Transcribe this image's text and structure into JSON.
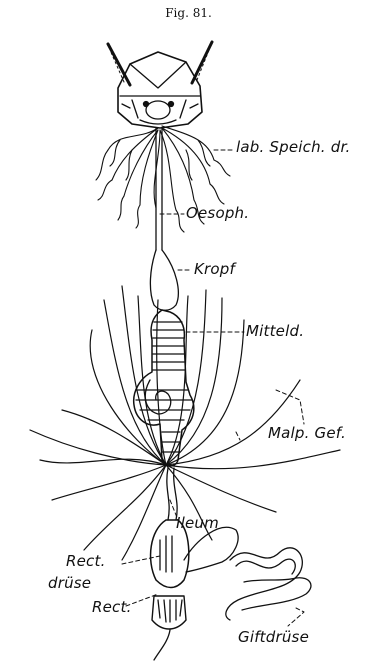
{
  "figure": {
    "caption": "Fig. 81."
  },
  "labels": {
    "lab_speich": "lab. Speich. dr.",
    "oesoph": "Oesoph.",
    "kropf": "Kropf",
    "mitteld": "Mitteld.",
    "malp": "Malp. Gef.",
    "ileum": "Ileum",
    "rect_line1": "Rect.",
    "rect_line2": "drüse",
    "rect": "Rect.",
    "giftdruse": "Giftdrüse"
  },
  "colors": {
    "ink": "#111111",
    "background": "#ffffff"
  }
}
